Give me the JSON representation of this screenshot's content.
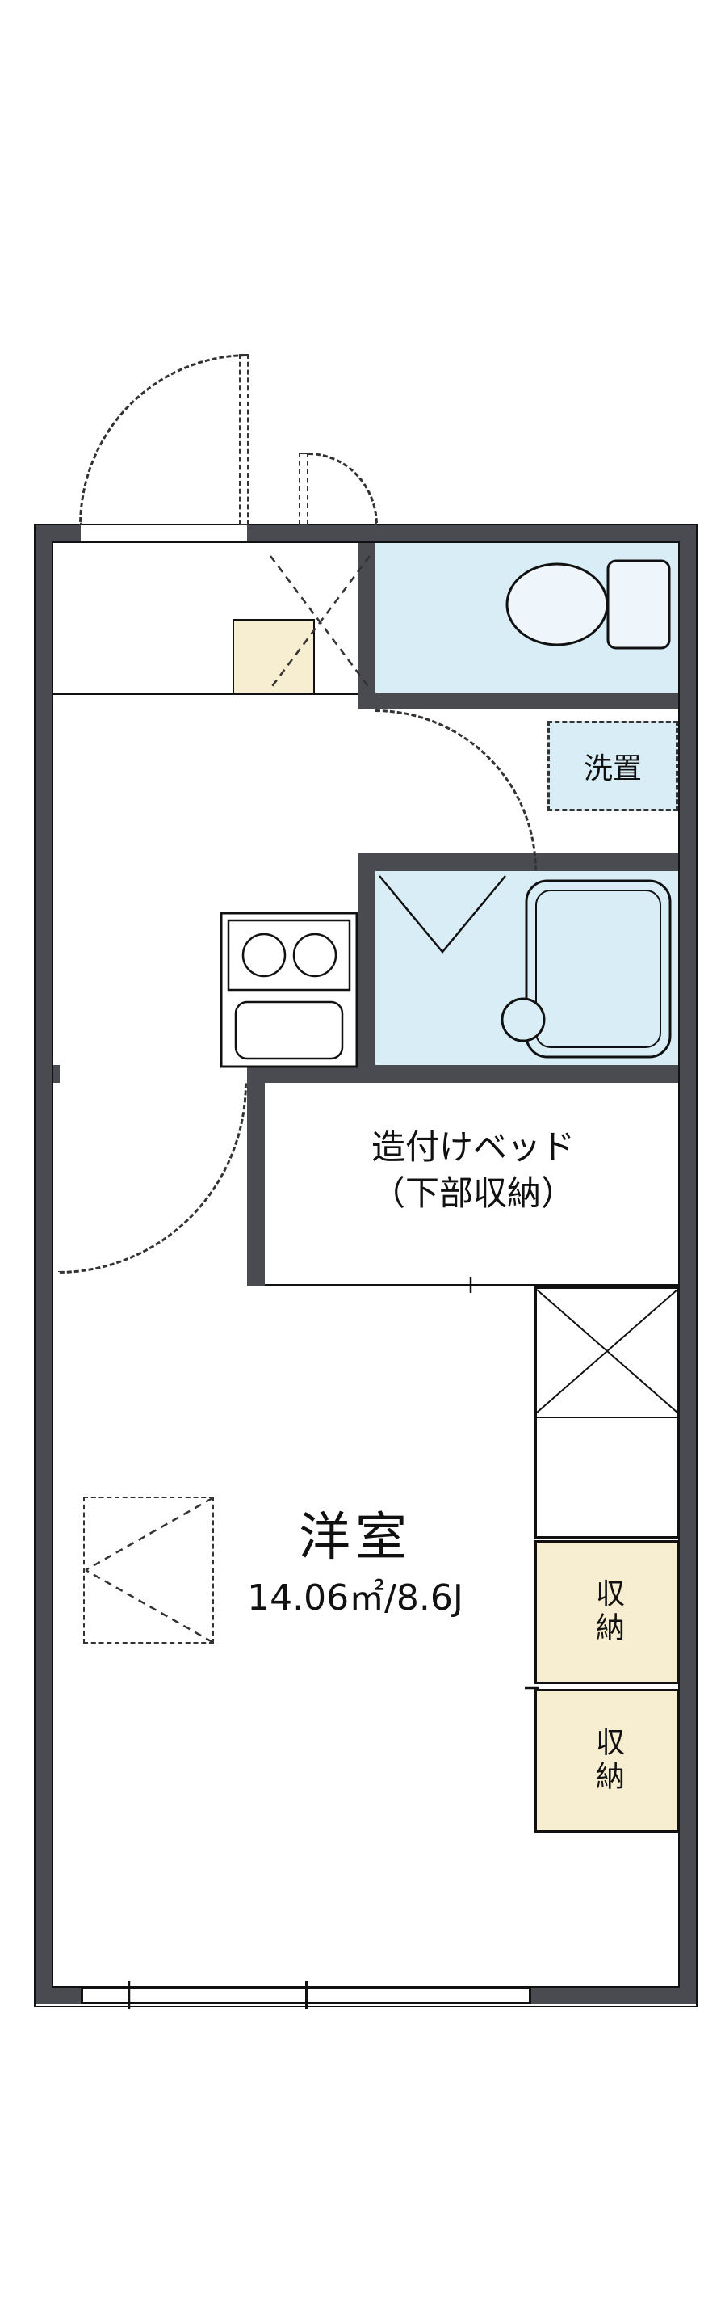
{
  "plan": {
    "type": "apartment-floor-plan",
    "colors": {
      "wall": "#4a4a51",
      "water_room": "#d9edf7",
      "storage_fill": "#f7edd0",
      "line": "#111111"
    },
    "labels": {
      "washer": "洗置",
      "bed_line1": "造付けベッド",
      "bed_line2": "（下部収納）",
      "room_name": "洋室",
      "room_size": "14.06㎡/8.6J",
      "storage_1": "収納",
      "storage_2": "収納"
    }
  }
}
